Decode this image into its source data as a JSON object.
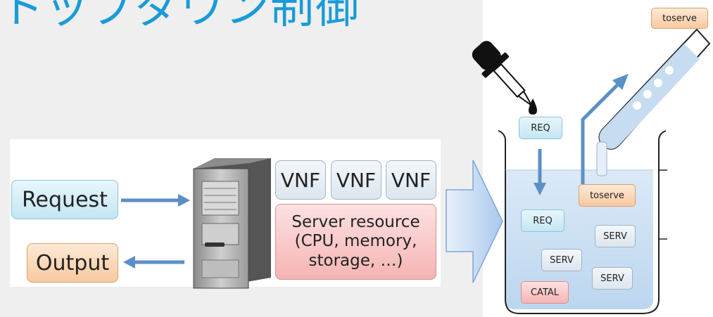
{
  "title": "トップダウン制御",
  "left": {
    "request_label": "Request",
    "output_label": "Output",
    "vnf_labels": [
      "VNF",
      "VNF",
      "VNF"
    ],
    "resource_label": "Server resource (CPU, memory, storage, …)"
  },
  "beaker": {
    "toserve_top": "toserve",
    "req_top": "REQ",
    "toserve_inner": "toserve",
    "req_inner": "REQ",
    "serv_1": "SERV",
    "serv_2": "SERV",
    "serv_3": "SERV",
    "catal": "CATAL"
  },
  "colors": {
    "accent": "#1a9bd7",
    "arrow": "#5b8fc7",
    "liquid": "#cfe3f4"
  },
  "icons": [
    "server-icon",
    "dropper-icon",
    "beaker-icon",
    "test-tube-icon",
    "big-arrow-icon"
  ]
}
